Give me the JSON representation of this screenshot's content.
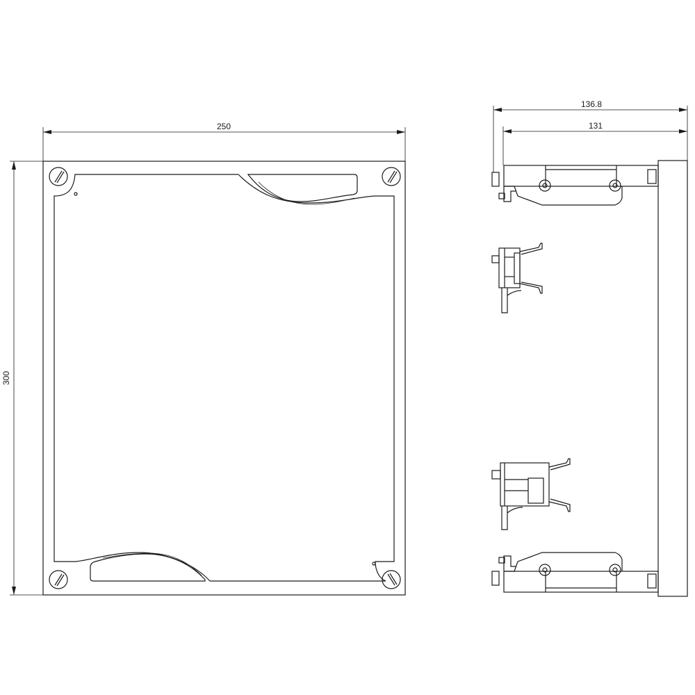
{
  "front_view": {
    "width_label": "250",
    "height_label": "300"
  },
  "side_view": {
    "overall_depth_label": "136.8",
    "depth_label": "131"
  },
  "colors": {
    "line": "#1a1a1a",
    "background": "#ffffff"
  }
}
